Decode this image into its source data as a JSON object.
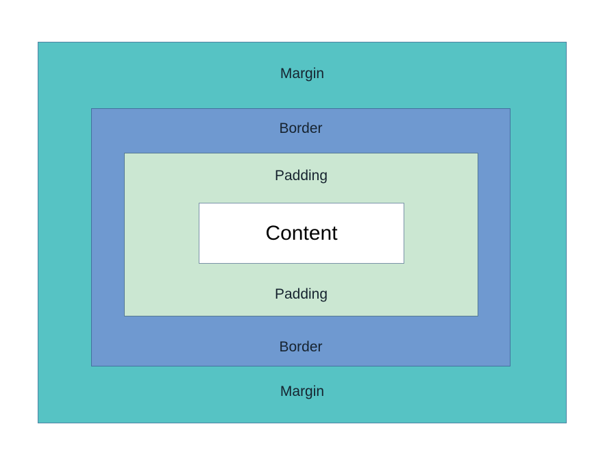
{
  "diagram": {
    "margin": {
      "label": "Margin",
      "fill": "#56c3c4",
      "stroke": "#4d82a2"
    },
    "border": {
      "label": "Border",
      "fill": "#6f99d0",
      "stroke": "#44709f"
    },
    "padding": {
      "label": "Padding",
      "fill": "#cbe7d2",
      "stroke": "#567a93"
    },
    "content": {
      "label": "Content",
      "fill": "#ffffff",
      "stroke": "#7a93a8"
    }
  }
}
